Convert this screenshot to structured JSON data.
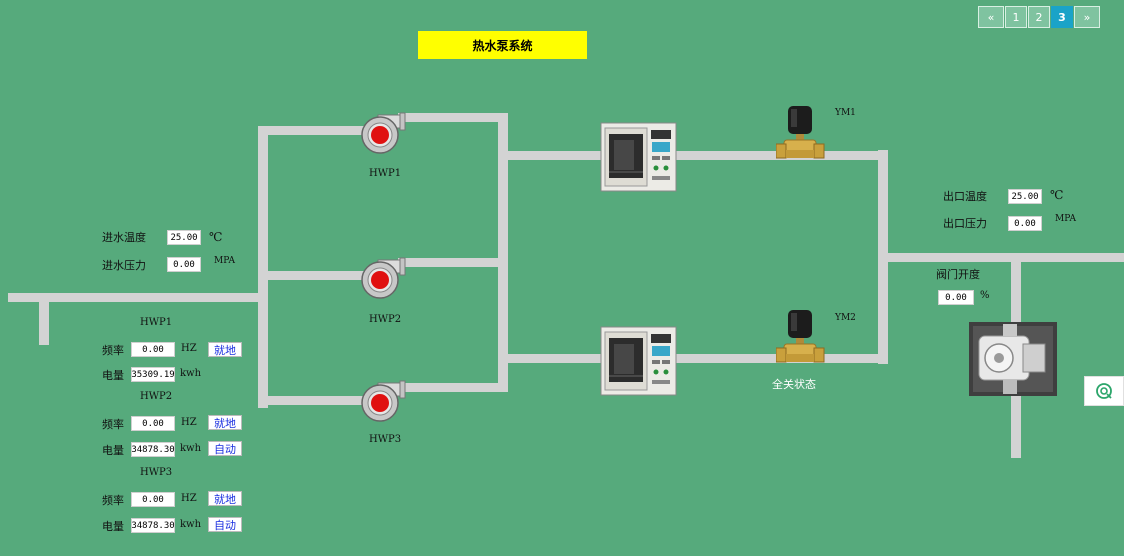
{
  "title": "热水泵系统",
  "pager": {
    "prev": "«",
    "pages": [
      "1",
      "2",
      "3"
    ],
    "active": "3",
    "next": "»"
  },
  "inlet": {
    "temp_label": "进水温度",
    "temp_value": "25.00",
    "temp_unit": "℃",
    "pressure_label": "进水压力",
    "pressure_value": "0.00",
    "pressure_unit": "MPA"
  },
  "outlet": {
    "temp_label": "出口温度",
    "temp_value": "25.00",
    "temp_unit": "℃",
    "pressure_label": "出口压力",
    "pressure_value": "0.00",
    "pressure_unit": "MPA"
  },
  "valve": {
    "label": "阀门开度",
    "value": "0.00",
    "unit": "%"
  },
  "pump_labels": [
    "HWP1",
    "HWP2",
    "HWP3"
  ],
  "valve_labels": [
    "YM1",
    "YM2"
  ],
  "valve_state": "全关状态",
  "pumps": [
    {
      "name": "HWP1",
      "freq_label": "频率",
      "freq_value": "0.00",
      "freq_unit": "HZ",
      "energy_label": "电量",
      "energy_value": "35309.19",
      "energy_unit": "kwh",
      "mode": "就地",
      "mode2": ""
    },
    {
      "name": "HWP2",
      "freq_label": "频率",
      "freq_value": "0.00",
      "freq_unit": "HZ",
      "energy_label": "电量",
      "energy_value": "34878.30",
      "energy_unit": "kwh",
      "mode": "就地",
      "mode2": "自动"
    },
    {
      "name": "HWP3",
      "freq_label": "频率",
      "freq_value": "0.00",
      "freq_unit": "HZ",
      "energy_label": "电量",
      "energy_value": "34878.30",
      "energy_unit": "kwh",
      "mode": "就地",
      "mode2": "自动"
    }
  ],
  "colors": {
    "background": "#56aa7c",
    "pipe": "#d3d3d3",
    "title_bg": "#ffff00",
    "pump_status": "#e01010",
    "mode_text": "#1b2fe0",
    "pager_active": "#1aa3c8"
  },
  "icons": {
    "pump": "centrifugal-pump-icon",
    "heater": "heater-cabinet-icon",
    "solenoid": "solenoid-valve-icon",
    "actuator": "valve-actuator-icon",
    "side": "chat-icon"
  }
}
